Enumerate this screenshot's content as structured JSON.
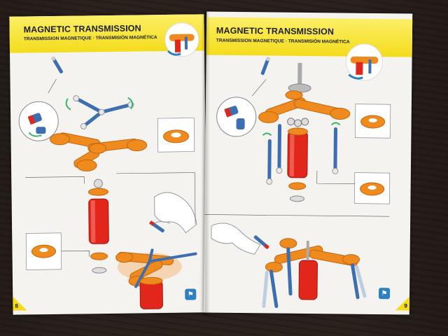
{
  "booklet": {
    "left_page": {
      "title": "MAGNETIC TRANSMISSION",
      "subtitle": "TRANSMISSION MAGNETIQUE · TRANSMISIÓN MAGNÉTICA",
      "page_number": "8"
    },
    "right_page": {
      "title": "MAGNETIC TRANSMISSION",
      "subtitle": "TRANSMISSION MAGNETIQUE · TRANSMISIÓN MAGNÉTICA",
      "page_number": "9"
    }
  },
  "colors": {
    "header_yellow": "#f4dc1c",
    "orange_part": "#ef8a1f",
    "red_part": "#e1261c",
    "blue_rod": "#3d6fb0",
    "page_paper": "#f4f3ef",
    "table_wood": "#2a211d"
  },
  "icons": [
    "flag-icon",
    "flag-icon"
  ]
}
